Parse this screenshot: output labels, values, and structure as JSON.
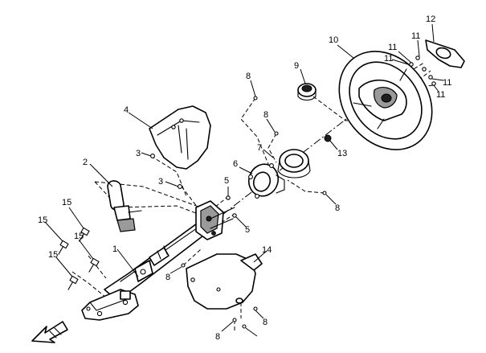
{
  "diagram": {
    "callouts": [
      {
        "id": "callout-1",
        "text": "1"
      },
      {
        "id": "callout-2",
        "text": "2"
      },
      {
        "id": "callout-3a",
        "text": "3"
      },
      {
        "id": "callout-3b",
        "text": "3"
      },
      {
        "id": "callout-4",
        "text": "4"
      },
      {
        "id": "callout-5a",
        "text": "5"
      },
      {
        "id": "callout-5b",
        "text": "5"
      },
      {
        "id": "callout-6",
        "text": "6"
      },
      {
        "id": "callout-7",
        "text": "7"
      },
      {
        "id": "callout-8a",
        "text": "8"
      },
      {
        "id": "callout-8b",
        "text": "8"
      },
      {
        "id": "callout-8c",
        "text": "8"
      },
      {
        "id": "callout-8d",
        "text": "8"
      },
      {
        "id": "callout-8e",
        "text": "8"
      },
      {
        "id": "callout-8f",
        "text": "8"
      },
      {
        "id": "callout-9",
        "text": "9"
      },
      {
        "id": "callout-10",
        "text": "10"
      },
      {
        "id": "callout-11a",
        "text": "11"
      },
      {
        "id": "callout-11b",
        "text": "11"
      },
      {
        "id": "callout-11c",
        "text": "11"
      },
      {
        "id": "callout-11d",
        "text": "11"
      },
      {
        "id": "callout-11e",
        "text": "11"
      },
      {
        "id": "callout-12",
        "text": "12"
      },
      {
        "id": "callout-13",
        "text": "13"
      },
      {
        "id": "callout-14",
        "text": "14"
      },
      {
        "id": "callout-15a",
        "text": "15"
      },
      {
        "id": "callout-15b",
        "text": "15"
      },
      {
        "id": "callout-15c",
        "text": "15"
      },
      {
        "id": "callout-15d",
        "text": "15"
      }
    ],
    "front_arrow_icon": "front-direction-arrow-icon"
  }
}
